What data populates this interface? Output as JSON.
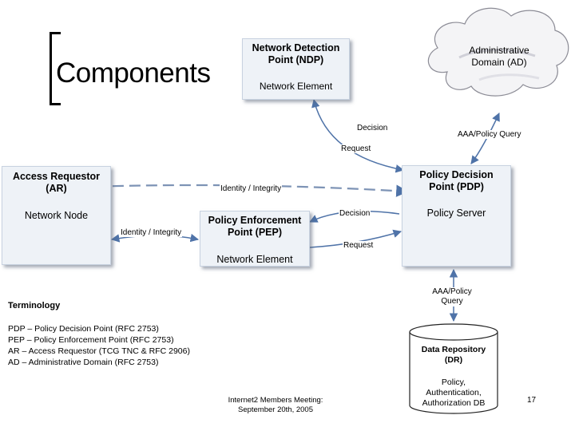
{
  "slide": {
    "title": "Components",
    "footer": "Internet2 Members Meeting:\nSeptember 20th, 2005",
    "page_number": "17"
  },
  "nodes": {
    "ndp": {
      "title": "Network Detection\nPoint (NDP)",
      "subtitle": "Network Element"
    },
    "ad": {
      "title": "Administrative\nDomain (AD)"
    },
    "ar": {
      "title": "Access Requestor\n(AR)",
      "subtitle": "Network Node"
    },
    "pep": {
      "title": "Policy Enforcement\nPoint (PEP)",
      "subtitle": "Network Element"
    },
    "pdp": {
      "title": "Policy Decision\nPoint (PDP)",
      "subtitle": "Policy Server"
    },
    "dr": {
      "title": "Data Repository\n(DR)",
      "subtitle": "Policy,\nAuthentication,\nAuthorization DB"
    }
  },
  "edges": {
    "ndp_decision": "Decision",
    "ndp_request": "Request",
    "aaa_top": "AAA/Policy Query",
    "identity_ar_pdp": "Identity / Integrity",
    "identity_ar_pep": "Identity / Integrity",
    "pep_decision": "Decision",
    "pep_request": "Request",
    "aaa_bottom": "AAA/Policy\nQuery"
  },
  "terminology": {
    "heading": "Terminology",
    "items": [
      "PDP – Policy Decision Point (RFC 2753)",
      "PEP – Policy Enforcement Point (RFC 2753)",
      "AR – Access Requestor (TCG TNC & RFC 2906)",
      "AD – Administrative Domain (RFC 2753)"
    ]
  }
}
